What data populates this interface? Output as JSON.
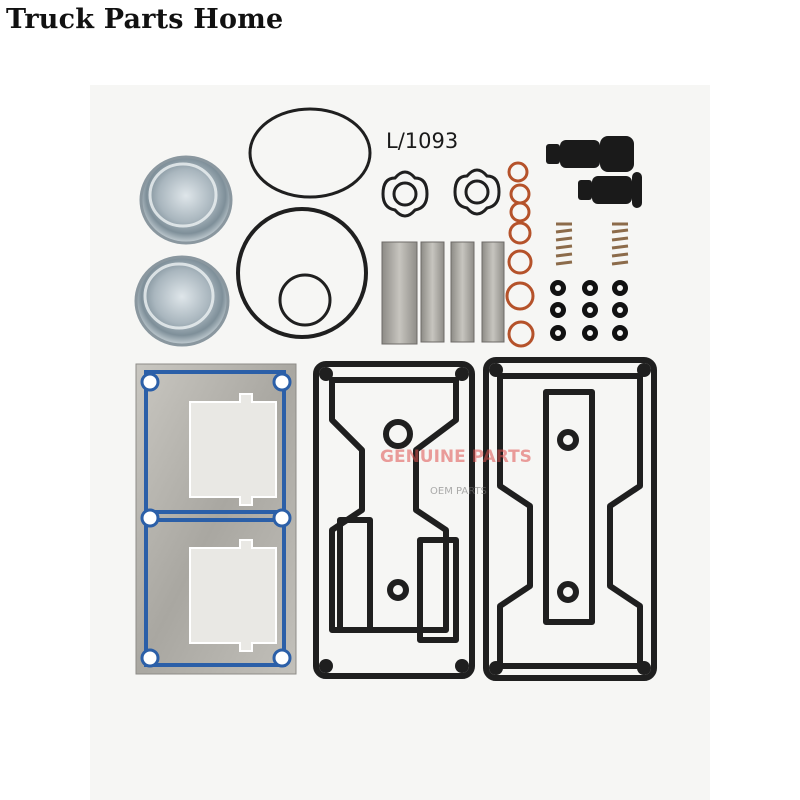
{
  "header": {
    "store_title": "Truck Parts Home"
  },
  "photo": {
    "kit_code": "L/1093",
    "watermark_text": "GENUINE PARTS",
    "watermark_subtext": "OEM PARTS",
    "colors": {
      "background": "#f6f6f4",
      "gasket_rubber": "#1f1f1f",
      "metal_plate": "#b8b6b0",
      "blue_seal": "#2b5fa8",
      "copper_ring": "#b5522a",
      "watermark": "#e0524f"
    },
    "parts": [
      "metal-cap",
      "o-ring",
      "flange-gasket",
      "reed-valve-strip",
      "copper-ring",
      "spring",
      "rubber-plug",
      "valve-plate-gasket",
      "rubber-head-gasket"
    ]
  }
}
